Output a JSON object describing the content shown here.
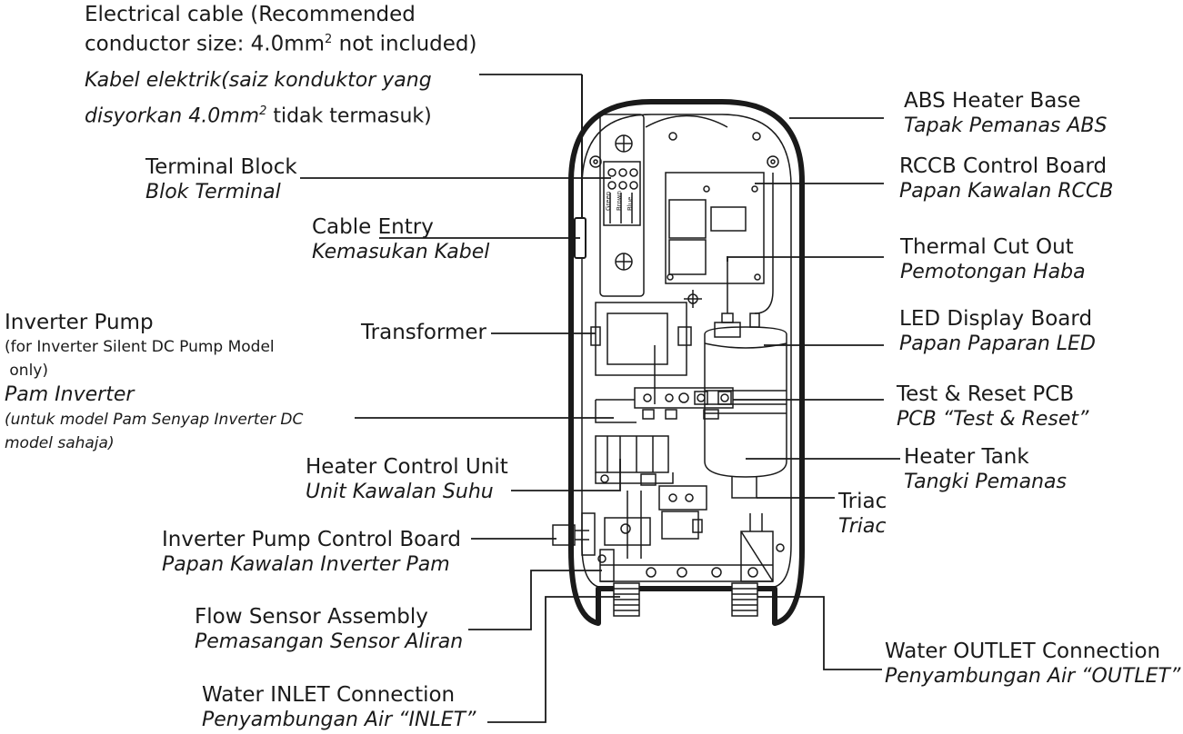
{
  "labels": {
    "electrical_cable": {
      "en_1": "Electrical cable (Recommended",
      "en_2_pre": "conductor size: 4.0mm",
      "en_2_sup": "2",
      "en_2_post": " not included)",
      "ms_1": "Kabel elektrik(saiz konduktor yang",
      "ms_2_pre": "disyorkan 4.0mm",
      "ms_2_sup": "2",
      "ms_2_post": " tidak termasuk)"
    },
    "terminal_block": {
      "en": "Terminal Block",
      "ms": "Blok Terminal"
    },
    "cable_entry": {
      "en": "Cable Entry",
      "ms": "Kemasukan Kabel"
    },
    "inverter_pump": {
      "en": "Inverter Pump",
      "en_note_1": "(for Inverter Silent DC Pump Model",
      "en_note_2": " only)",
      "ms": "Pam Inverter",
      "ms_note_1": "(untuk model Pam Senyap Inverter DC",
      "ms_note_2": "model sahaja)"
    },
    "transformer": {
      "en": "Transformer"
    },
    "heater_control_unit": {
      "en": "Heater Control Unit",
      "ms": "Unit Kawalan Suhu"
    },
    "inverter_pump_control_board": {
      "en": "Inverter Pump Control Board",
      "ms": "Papan Kawalan Inverter Pam"
    },
    "flow_sensor_assembly": {
      "en": "Flow Sensor Assembly",
      "ms": "Pemasangan Sensor Aliran"
    },
    "water_inlet": {
      "en": "Water INLET Connection",
      "ms": "Penyambungan Air “INLET”"
    },
    "abs_heater_base": {
      "en": "ABS Heater Base",
      "ms": "Tapak Pemanas ABS"
    },
    "rccb_control_board": {
      "en": "RCCB Control Board",
      "ms": "Papan Kawalan RCCB"
    },
    "thermal_cut_out": {
      "en": "Thermal Cut Out",
      "ms": "Pemotongan Haba"
    },
    "led_display_board": {
      "en": "LED Display Board",
      "ms": "Papan Paparan LED"
    },
    "test_reset_pcb": {
      "en": "Test & Reset PCB",
      "ms": "PCB “Test & Reset”"
    },
    "heater_tank": {
      "en": "Heater Tank",
      "ms": "Tangki Pemanas"
    },
    "triac": {
      "en": "Triac",
      "ms": "Triac"
    },
    "water_outlet": {
      "en": "Water OUTLET Connection",
      "ms": "Penyambungan Air “OUTLET”"
    }
  },
  "terminal_wire_labels": [
    "Green",
    "Brown",
    "Blue"
  ],
  "colors": {
    "line": "#1a1a1a",
    "background": "#ffffff"
  }
}
